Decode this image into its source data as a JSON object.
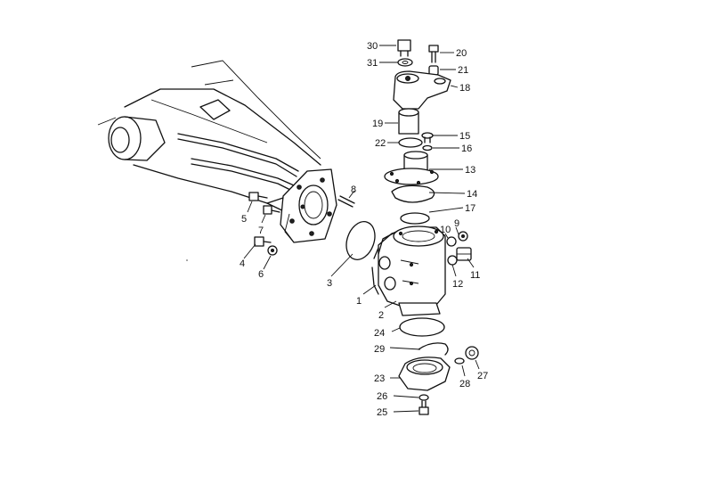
{
  "part_labels": {
    "p1": "1",
    "p2": "2",
    "p3": "3",
    "p4": "4",
    "p5": "5",
    "p6": "6",
    "p7": "7",
    "p8": "8",
    "p9": "9",
    "p10": "10",
    "p11": "11",
    "p12": "12",
    "p13": "13",
    "p14": "14",
    "p15": "15",
    "p16": "16",
    "p17": "17",
    "p18": "18",
    "p19": "19",
    "p20": "20",
    "p21": "21",
    "p22": "22",
    "p23": "23",
    "p24": "24",
    "p25": "25",
    "p26": "26",
    "p27": "27",
    "p28": "28",
    "p29": "29",
    "p30": "30",
    "p31": "31"
  }
}
